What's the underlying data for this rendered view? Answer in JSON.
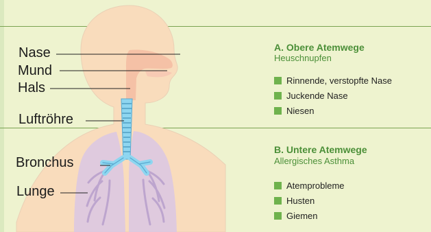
{
  "labels": {
    "nose": "Nase",
    "mouth": "Mund",
    "throat": "Hals",
    "trachea": "Luftröhre",
    "bronchus": "Bronchus",
    "lung": "Lunge"
  },
  "upper_airways": {
    "title": "A. Obere Atemwege",
    "subtitle": "Heuschnupfen",
    "symptoms": [
      "Rinnende, verstopfte Nase",
      "Juckende Nase",
      "Niesen"
    ]
  },
  "lower_airways": {
    "title": "B.  Untere Atemwege",
    "subtitle": "Allergisches Asthma",
    "symptoms": [
      "Atemprobleme",
      "Husten",
      "Giemen"
    ]
  },
  "colors": {
    "background": "#eef3cf",
    "skin": "#f9dcbc",
    "lung": "#dbc7e4",
    "airway": "#8ed6f0",
    "accent_green": "#6fb24d",
    "title_green": "#4b8f38"
  }
}
